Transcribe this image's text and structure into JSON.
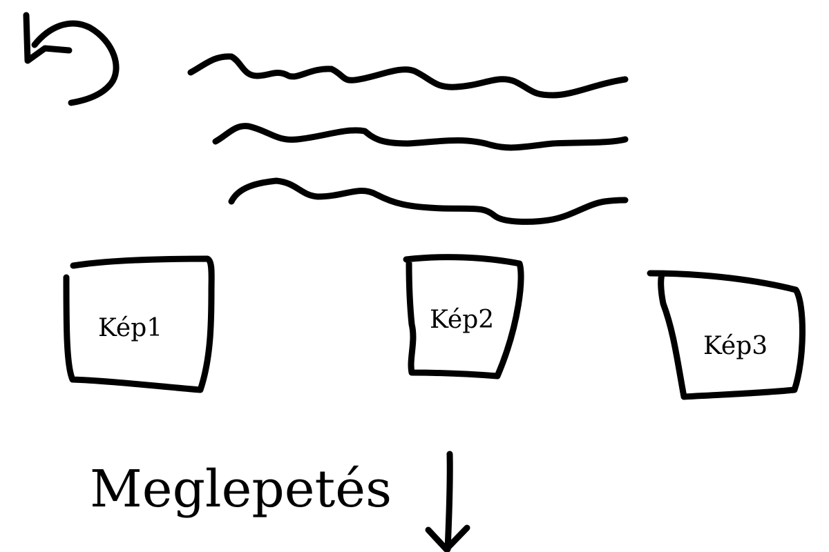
{
  "gallery": {
    "images": [
      {
        "label": "Kép1"
      },
      {
        "label": "Kép2"
      },
      {
        "label": "Kép3"
      }
    ]
  },
  "surprise": {
    "label": "Meglepetés"
  },
  "icons": {
    "back": "undo-arrow-icon",
    "down": "down-arrow-icon"
  },
  "colors": {
    "ink": "#000000",
    "background": "#ffffff"
  }
}
